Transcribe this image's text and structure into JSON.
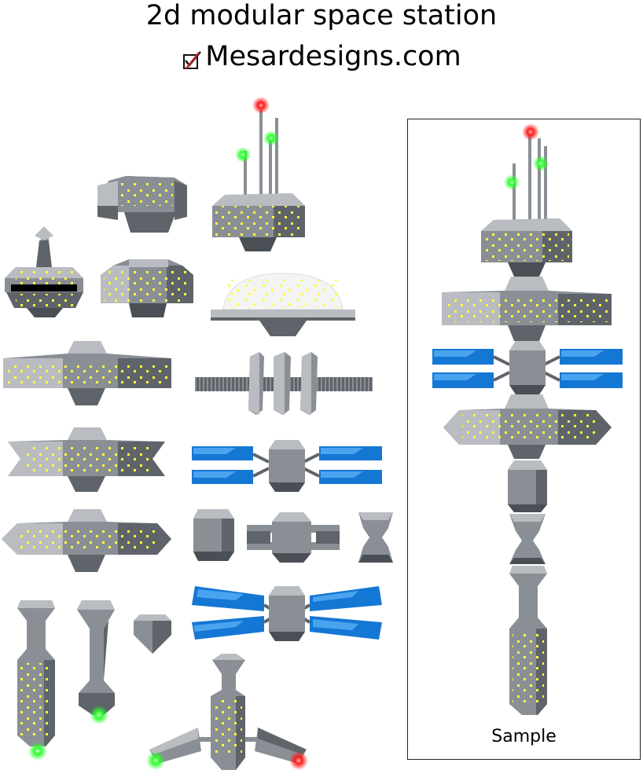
{
  "header": {
    "title": "2d modular space station",
    "brand": "Mesardesigns.com",
    "logo_icon": "check-slash-logo-icon"
  },
  "sample": {
    "label": "Sample"
  },
  "palette": {
    "hull_light": "#b9bcc1",
    "hull_mid": "#8a8f95",
    "hull_dark": "#5f646a",
    "hull_darkest": "#4a4f55",
    "window_yellow": "#ffff3a",
    "solar_blue": "#1577d4",
    "solar_light": "#4aa3ee",
    "light_red": "#ff1a1a",
    "light_green": "#2bff2b",
    "dome_white": "#f4f4f4"
  },
  "modules": [
    "top-hull-module",
    "antenna-module",
    "spire-pod-module",
    "round-hull-module",
    "dome-module",
    "long-hull-module",
    "truss-radiator-module",
    "spiked-hull-module",
    "solar-panel-module",
    "pointed-hull-module",
    "barrel-module",
    "docking-connector-module",
    "hourglass-module",
    "angled-solar-module",
    "tall-pillar-module",
    "tapered-pillar-module",
    "diamond-module",
    "winged-module"
  ]
}
